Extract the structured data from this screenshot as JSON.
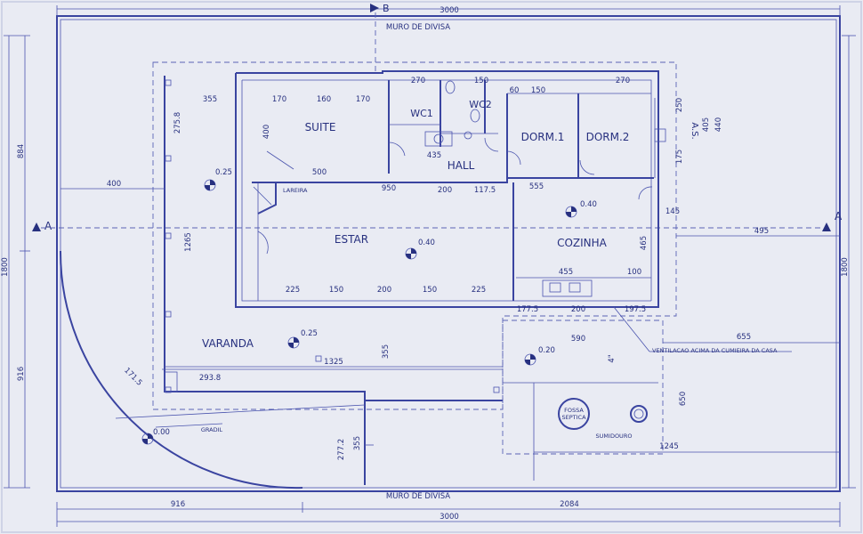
{
  "colors": {
    "paper": "#e9ebf3",
    "ink": "#2e3890"
  },
  "labels": {
    "muro_top": "MURO DE DIVISA",
    "muro_bottom": "MURO DE DIVISA",
    "section_a": "A",
    "section_b": "B",
    "suite": "SUITE",
    "wc1": "WC1",
    "wc2": "WC2",
    "hall": "HALL",
    "dorm1": "DORM.1",
    "dorm2": "DORM.2",
    "as": "A.S.",
    "lareira": "LAREIRA",
    "estar": "ESTAR",
    "cozinha": "COZINHA",
    "varanda": "VARANDA",
    "gradil": "GRADIL",
    "fossa1": "FOSSA",
    "fossa2": "SEPTICA",
    "sumidouro": "SUMIDOURO",
    "ventilacao": "VENTILACAO ACIMA DA CUMIEIRA DA CASA"
  },
  "levels": {
    "l025a": "0.25",
    "l040estar": "0.40",
    "l040coz": "0.40",
    "l025b": "0.25",
    "l020": "0.20",
    "l000": "0.00"
  },
  "dims": {
    "d3000top": "3000",
    "d3000bot": "3000",
    "d916bot": "916",
    "d2084": "2084",
    "d1800l": "1800",
    "d1800r": "1800",
    "d884": "884",
    "d916l": "916",
    "d400": "400",
    "d495": "495",
    "d655": "655",
    "d1325": "1325",
    "d1245": "1245",
    "d650": "650",
    "d1265": "1265",
    "d355a": "355",
    "d355b": "355",
    "d355c": "355",
    "d170a": "170",
    "d160": "160",
    "d170b": "170",
    "d270a": "270",
    "d150a": "150",
    "d60a": "60",
    "d150b": "150",
    "d270b": "270",
    "d500": "500",
    "d950": "950",
    "d200a": "200",
    "d1175": "117.5",
    "d555": "555",
    "d435": "435",
    "d225a": "225",
    "d150c": "150",
    "d200b": "200",
    "d150d": "150",
    "d225b": "225",
    "d455": "455",
    "d100": "100",
    "d1775": "177.5",
    "d200c": "200",
    "d1975": "197.5",
    "d590": "590",
    "d2938": "293.8",
    "d2758": "275.8",
    "d2772": "277.2",
    "d1715": "171.5",
    "d440": "440",
    "d405": "405",
    "d250": "250",
    "d175": "175",
    "d145": "145",
    "d400r": "400",
    "d465": "465",
    "d4in": "4\""
  }
}
